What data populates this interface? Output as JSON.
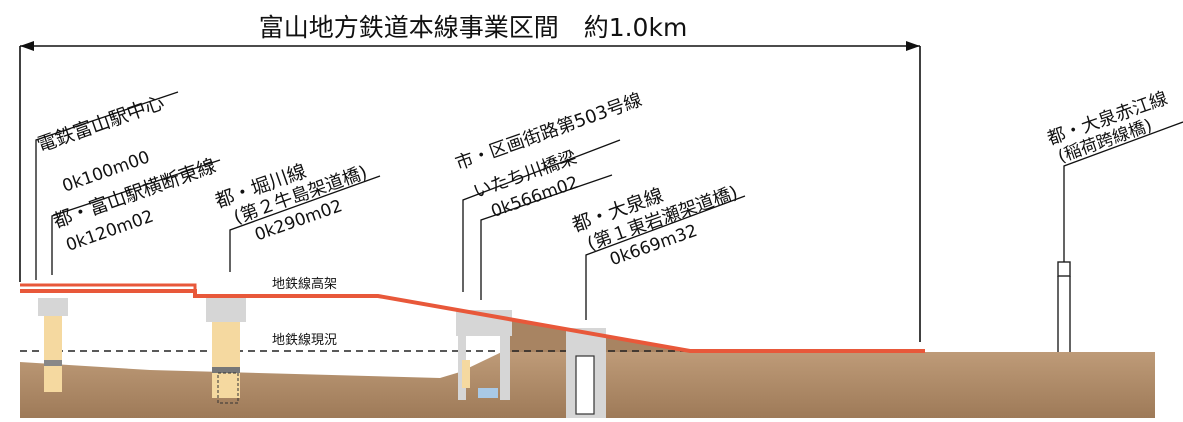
{
  "title": "富山地方鉄道本線事業区間　約1.0km",
  "labels": {
    "elevated": "地鉄線高架",
    "current": "地鉄線現況"
  },
  "stations": [
    {
      "name": "電鉄富山駅中心",
      "chainage": "0k100m00"
    },
    {
      "name": "都・富山駅横断東線",
      "chainage": "0k120m02"
    },
    {
      "name": "都・堀川線",
      "name2": "(第２牛島架道橋)",
      "chainage": "0k290m02"
    },
    {
      "name": "市・区画街路第503号線",
      "chainage": ""
    },
    {
      "name": "いたち川橋梁",
      "chainage": "0k566m02"
    },
    {
      "name": "都・大泉線",
      "name2": "(第１東岩瀬架道橋)",
      "chainage": "0k669m32"
    },
    {
      "name": "都・大泉赤江線",
      "name2": "(稲荷跨線橋)",
      "chainage": ""
    }
  ],
  "colors": {
    "ground": "#b58f6c",
    "ground_dark": "#9c7755",
    "structure": "#d6d6d6",
    "pier_fill": "#f5d9a0",
    "elevated_line": "#e8583a",
    "water": "#a9c9e6"
  }
}
